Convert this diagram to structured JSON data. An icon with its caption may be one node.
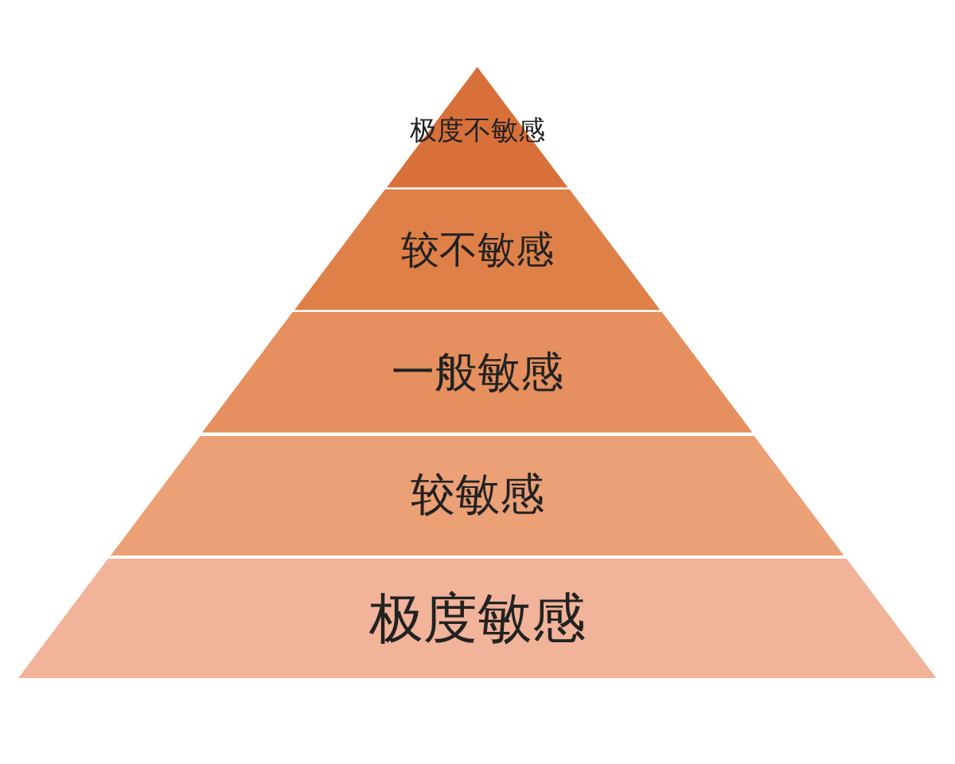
{
  "diagram": {
    "nodes": [
      {
        "text": [
          "极度不敏感"
        ]
      },
      {
        "text": [
          "较不敏感"
        ]
      },
      {
        "text": [
          "一般敏感"
        ]
      },
      {
        "text": [
          "较敏感"
        ]
      },
      {
        "text": [
          "极度敏感"
        ]
      }
    ]
  }
}
